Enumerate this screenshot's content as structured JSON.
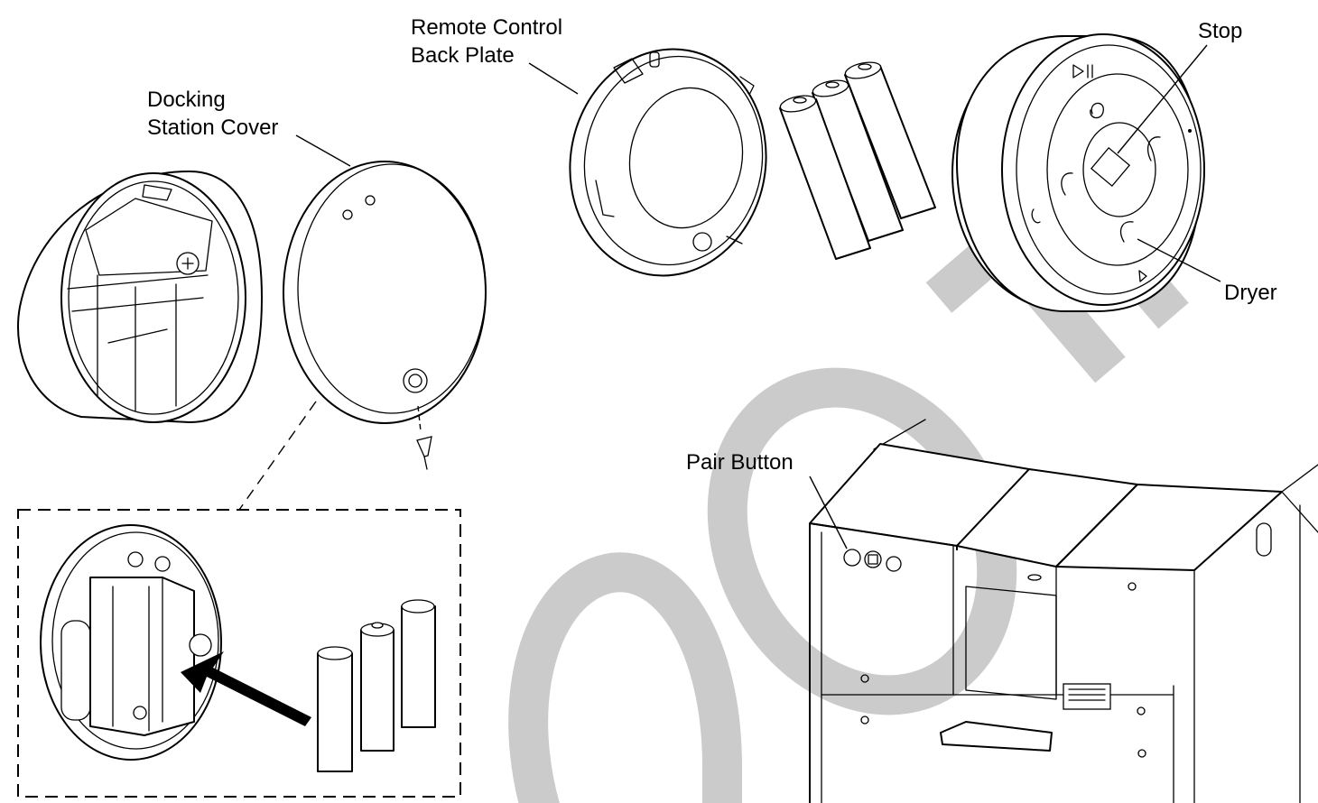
{
  "labels": {
    "remote_back_plate_line1": "Remote Control",
    "remote_back_plate_line2": "Back Plate",
    "docking_cover_line1": "Docking",
    "docking_cover_line2": "Station Cover",
    "stop": "Stop",
    "dryer": "Dryer",
    "pair_button": "Pair Button"
  },
  "watermark": "PROOF"
}
